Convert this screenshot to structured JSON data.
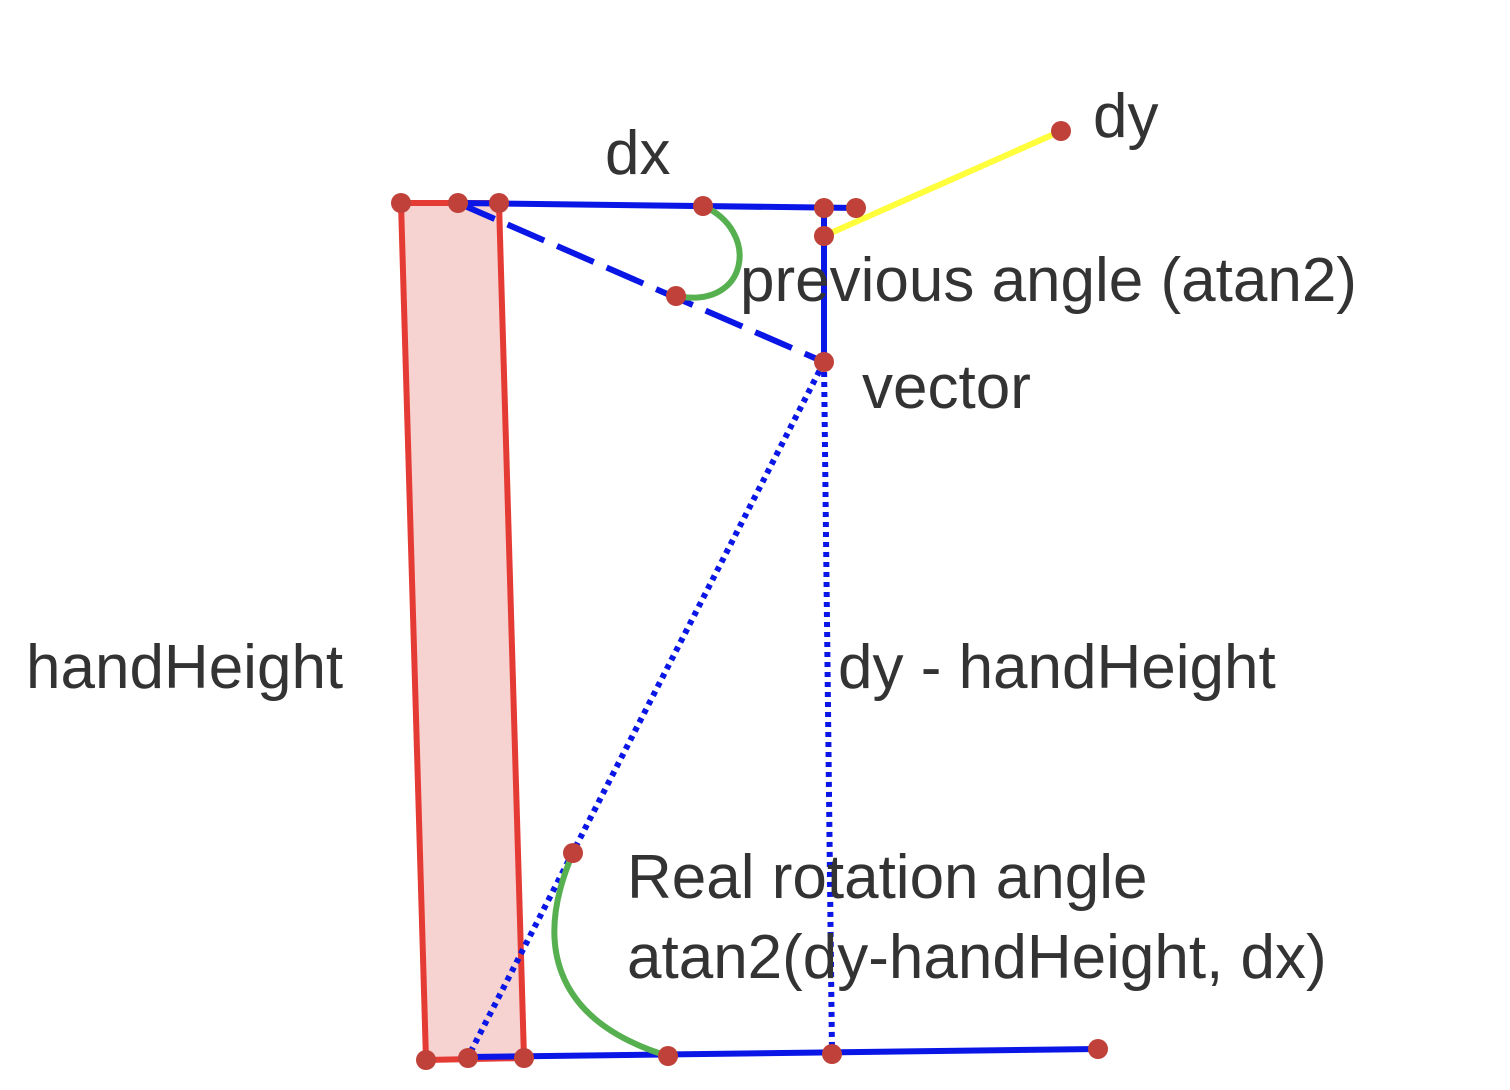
{
  "colors": {
    "hand_stroke": "#e53b35",
    "hand_fill": "#f6d2d1",
    "vector_lines": "#0a16e6",
    "angle_arcs": "#57b04f",
    "dy_line": "#ffff3b",
    "points": "#c0413a",
    "label_text": "#333333"
  },
  "labels": {
    "dx": "dx",
    "dy": "dy",
    "previous_angle": "previous angle (atan2)",
    "vector": "vector",
    "hand_height": "handHeight",
    "dy_minus_hand_height": "dy - handHeight",
    "real_rotation_line1": "Real rotation angle",
    "real_rotation_line2": "atan2(dy-handHeight, dx)"
  }
}
